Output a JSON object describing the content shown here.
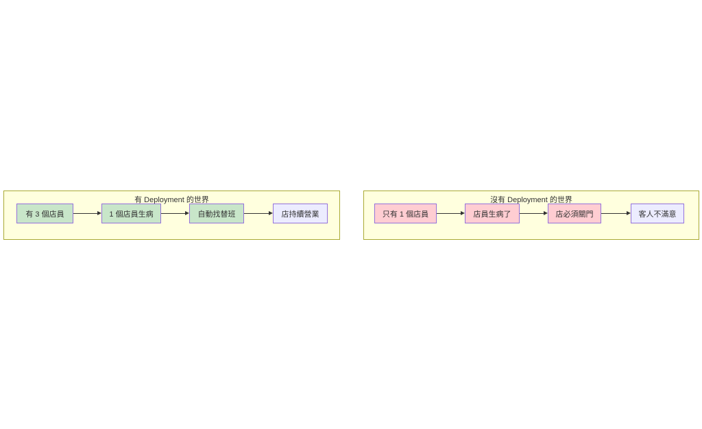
{
  "colors": {
    "page_background": "#ffffff",
    "cluster_fill": "#ffffde",
    "cluster_stroke": "#aaaa33",
    "node_stroke": "#9370db",
    "node_green_fill": "#c8e6c9",
    "node_pink_fill": "#ffcdd2",
    "node_lavender_fill": "#ececff",
    "text": "#333333",
    "edge": "#333333"
  },
  "diagram": {
    "clusters": [
      {
        "title": "有 Deployment 的世界",
        "nodes": [
          {
            "label": "有 3 個店員",
            "style": "green"
          },
          {
            "label": "1 個店員生病",
            "style": "green"
          },
          {
            "label": "自動找替班",
            "style": "green"
          },
          {
            "label": "店持續營業",
            "style": "lavender"
          }
        ]
      },
      {
        "title": "沒有 Deployment 的世界",
        "nodes": [
          {
            "label": "只有 1 個店員",
            "style": "pink"
          },
          {
            "label": "店員生病了",
            "style": "pink"
          },
          {
            "label": "店必須關門",
            "style": "pink"
          },
          {
            "label": "客人不滿意",
            "style": "lavender"
          }
        ]
      }
    ]
  }
}
